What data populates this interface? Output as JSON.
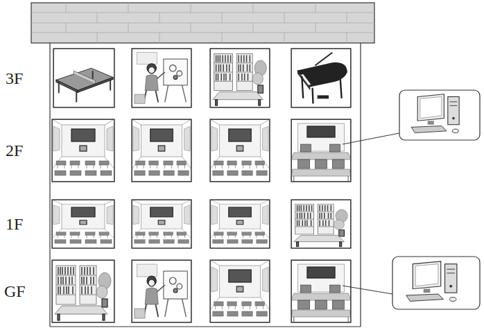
{
  "diagram": {
    "labels": [
      "3F",
      "2F",
      "1F",
      "GF"
    ]
  }
}
